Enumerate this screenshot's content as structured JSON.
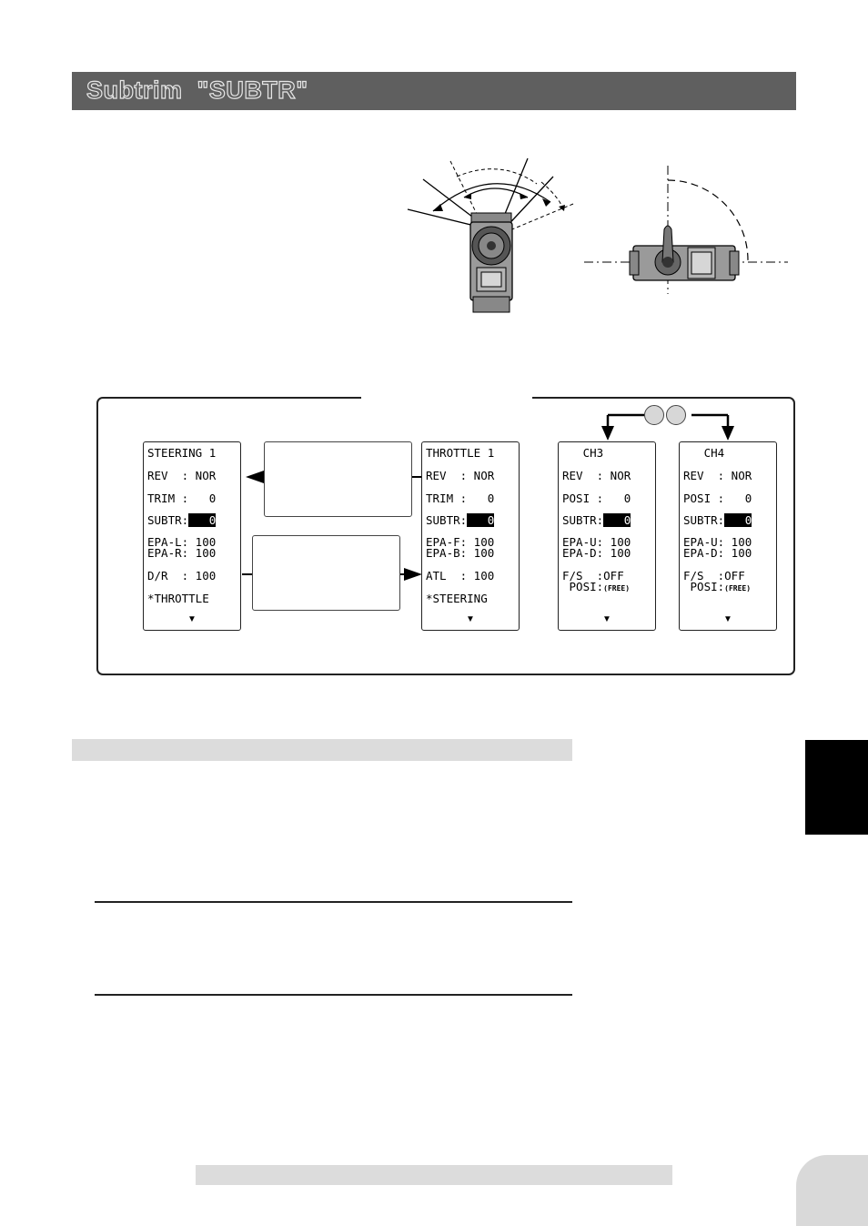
{
  "header": {
    "title": "Subtrim  \"SUBTR\""
  },
  "screens": [
    {
      "id": "steering",
      "rows": [
        {
          "text": "STEERING 1"
        },
        {
          "text": "REV  : NOR"
        },
        {
          "text": "TRIM :   0"
        },
        {
          "label": "SUBTR:",
          "value": "   0"
        },
        {
          "text": "EPA-L: 100"
        },
        {
          "text": "EPA-R: 100"
        },
        {
          "text": "D/R  : 100"
        },
        {
          "text": "*THROTTLE"
        }
      ],
      "arrow": "▼"
    },
    {
      "id": "throttle",
      "rows": [
        {
          "text": "THROTTLE 1"
        },
        {
          "text": "REV  : NOR"
        },
        {
          "text": "TRIM :   0"
        },
        {
          "label": "SUBTR:",
          "value": "   0"
        },
        {
          "text": "EPA-F: 100"
        },
        {
          "text": "EPA-B: 100"
        },
        {
          "text": "ATL  : 100"
        },
        {
          "text": "*STEERING"
        }
      ],
      "arrow": "▼"
    },
    {
      "id": "ch3",
      "rows": [
        {
          "text": "   CH3"
        },
        {
          "text": "REV  : NOR"
        },
        {
          "text": "POSI :   0"
        },
        {
          "label": "SUBTR:",
          "value": "   0"
        },
        {
          "text": "EPA-U: 100"
        },
        {
          "text": "EPA-D: 100"
        },
        {
          "text": "F/S  :OFF"
        },
        {
          "text": " POSI:",
          "small": "(FREE)"
        }
      ],
      "arrow": "▼"
    },
    {
      "id": "ch4",
      "rows": [
        {
          "text": "   CH4"
        },
        {
          "text": "REV  : NOR"
        },
        {
          "text": "POSI :   0"
        },
        {
          "label": "SUBTR:",
          "value": "   0"
        },
        {
          "text": "EPA-U: 100"
        },
        {
          "text": "EPA-D: 100"
        },
        {
          "text": "F/S  :OFF"
        },
        {
          "text": " POSI:",
          "small": "(FREE)"
        }
      ],
      "arrow": "▼"
    }
  ]
}
